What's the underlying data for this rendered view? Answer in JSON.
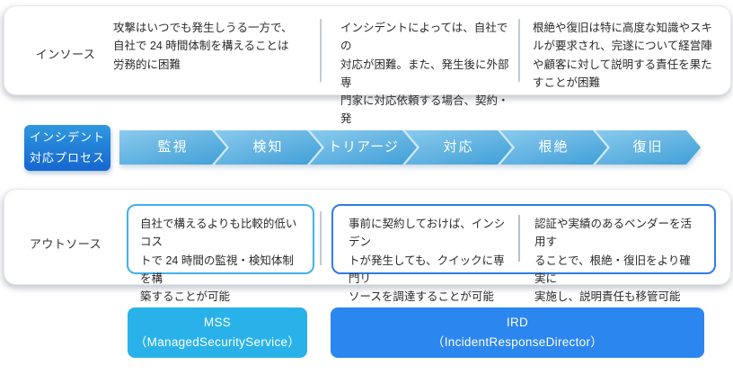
{
  "insource": {
    "label": "インソース",
    "items": [
      "攻撃はいつでも発生しうる一方で、\n自社で 24 時間体制を構えることは\n労務的に困難",
      "インシデントによっては、自社での\n対応が困難。また、発生後に外部専\n門家に対応依頼する場合、契約・発\n注・作業開始まで時間を要する",
      "根絶や復旧は特に高度な知識やスキ\nルが要求され、完遂について経営陣\nや顧客に対して説明する責任を果た\nすことが困難"
    ]
  },
  "process": {
    "label": "インシデント\n対応プロセス",
    "steps": [
      "監視",
      "検知",
      "トリアージ",
      "対応",
      "根絶",
      "復旧"
    ]
  },
  "outsource": {
    "label": "アウトソース",
    "mss_benefit": "自社で構えるよりも比較的低いコス\nトで 24 時間の監視・検知体制を構\n築することが可能",
    "ird_benefits": [
      "事前に契約しておけば、インシデン\nトが発生しても、クイックに専門リ\nソースを調達することが可能",
      "認証や実績のあるベンダーを活用す\nることで、根絶・復旧をより確実に\n実施し、説明責任も移管可能"
    ]
  },
  "services": {
    "mss": "MSS\n（ManagedSecurityService）",
    "ird": "IRD\n（IncidentResponseDirector）"
  },
  "colors": {
    "process_label_gradient_top": "#2f99de",
    "process_label_gradient_bottom": "#1566d1",
    "chevron_light": "#8acaed",
    "chevron_dark": "#47a3d9",
    "chevron_gap": "#cfe9f8",
    "mss_button": "#29b2ea",
    "ird_button": "#2b86f0",
    "mss_box_border": "#41b1ec",
    "ird_box_border": "#2e7ce9"
  }
}
